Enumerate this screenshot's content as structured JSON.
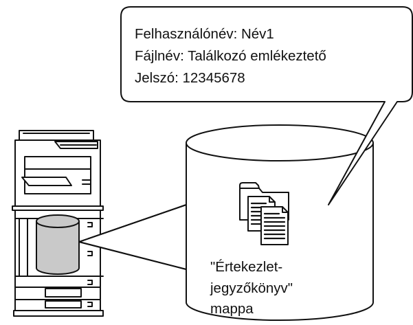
{
  "callout": {
    "lines": [
      "Felhasználónév: Név1",
      "Fájlnév: Találkozó emlékeztető",
      "Jelszó: 12345678"
    ]
  },
  "folder_label": {
    "lines": [
      "\"Értekezlet-",
      "jegyzőkönyv\"",
      "mappa"
    ]
  },
  "icons": [
    "printer-icon",
    "storage-drum-icon",
    "folder-icon",
    "documents-icon"
  ],
  "colors": {
    "stroke": "#111111",
    "drum_fill": "#c9c9c9",
    "paper": "#ffffff"
  }
}
